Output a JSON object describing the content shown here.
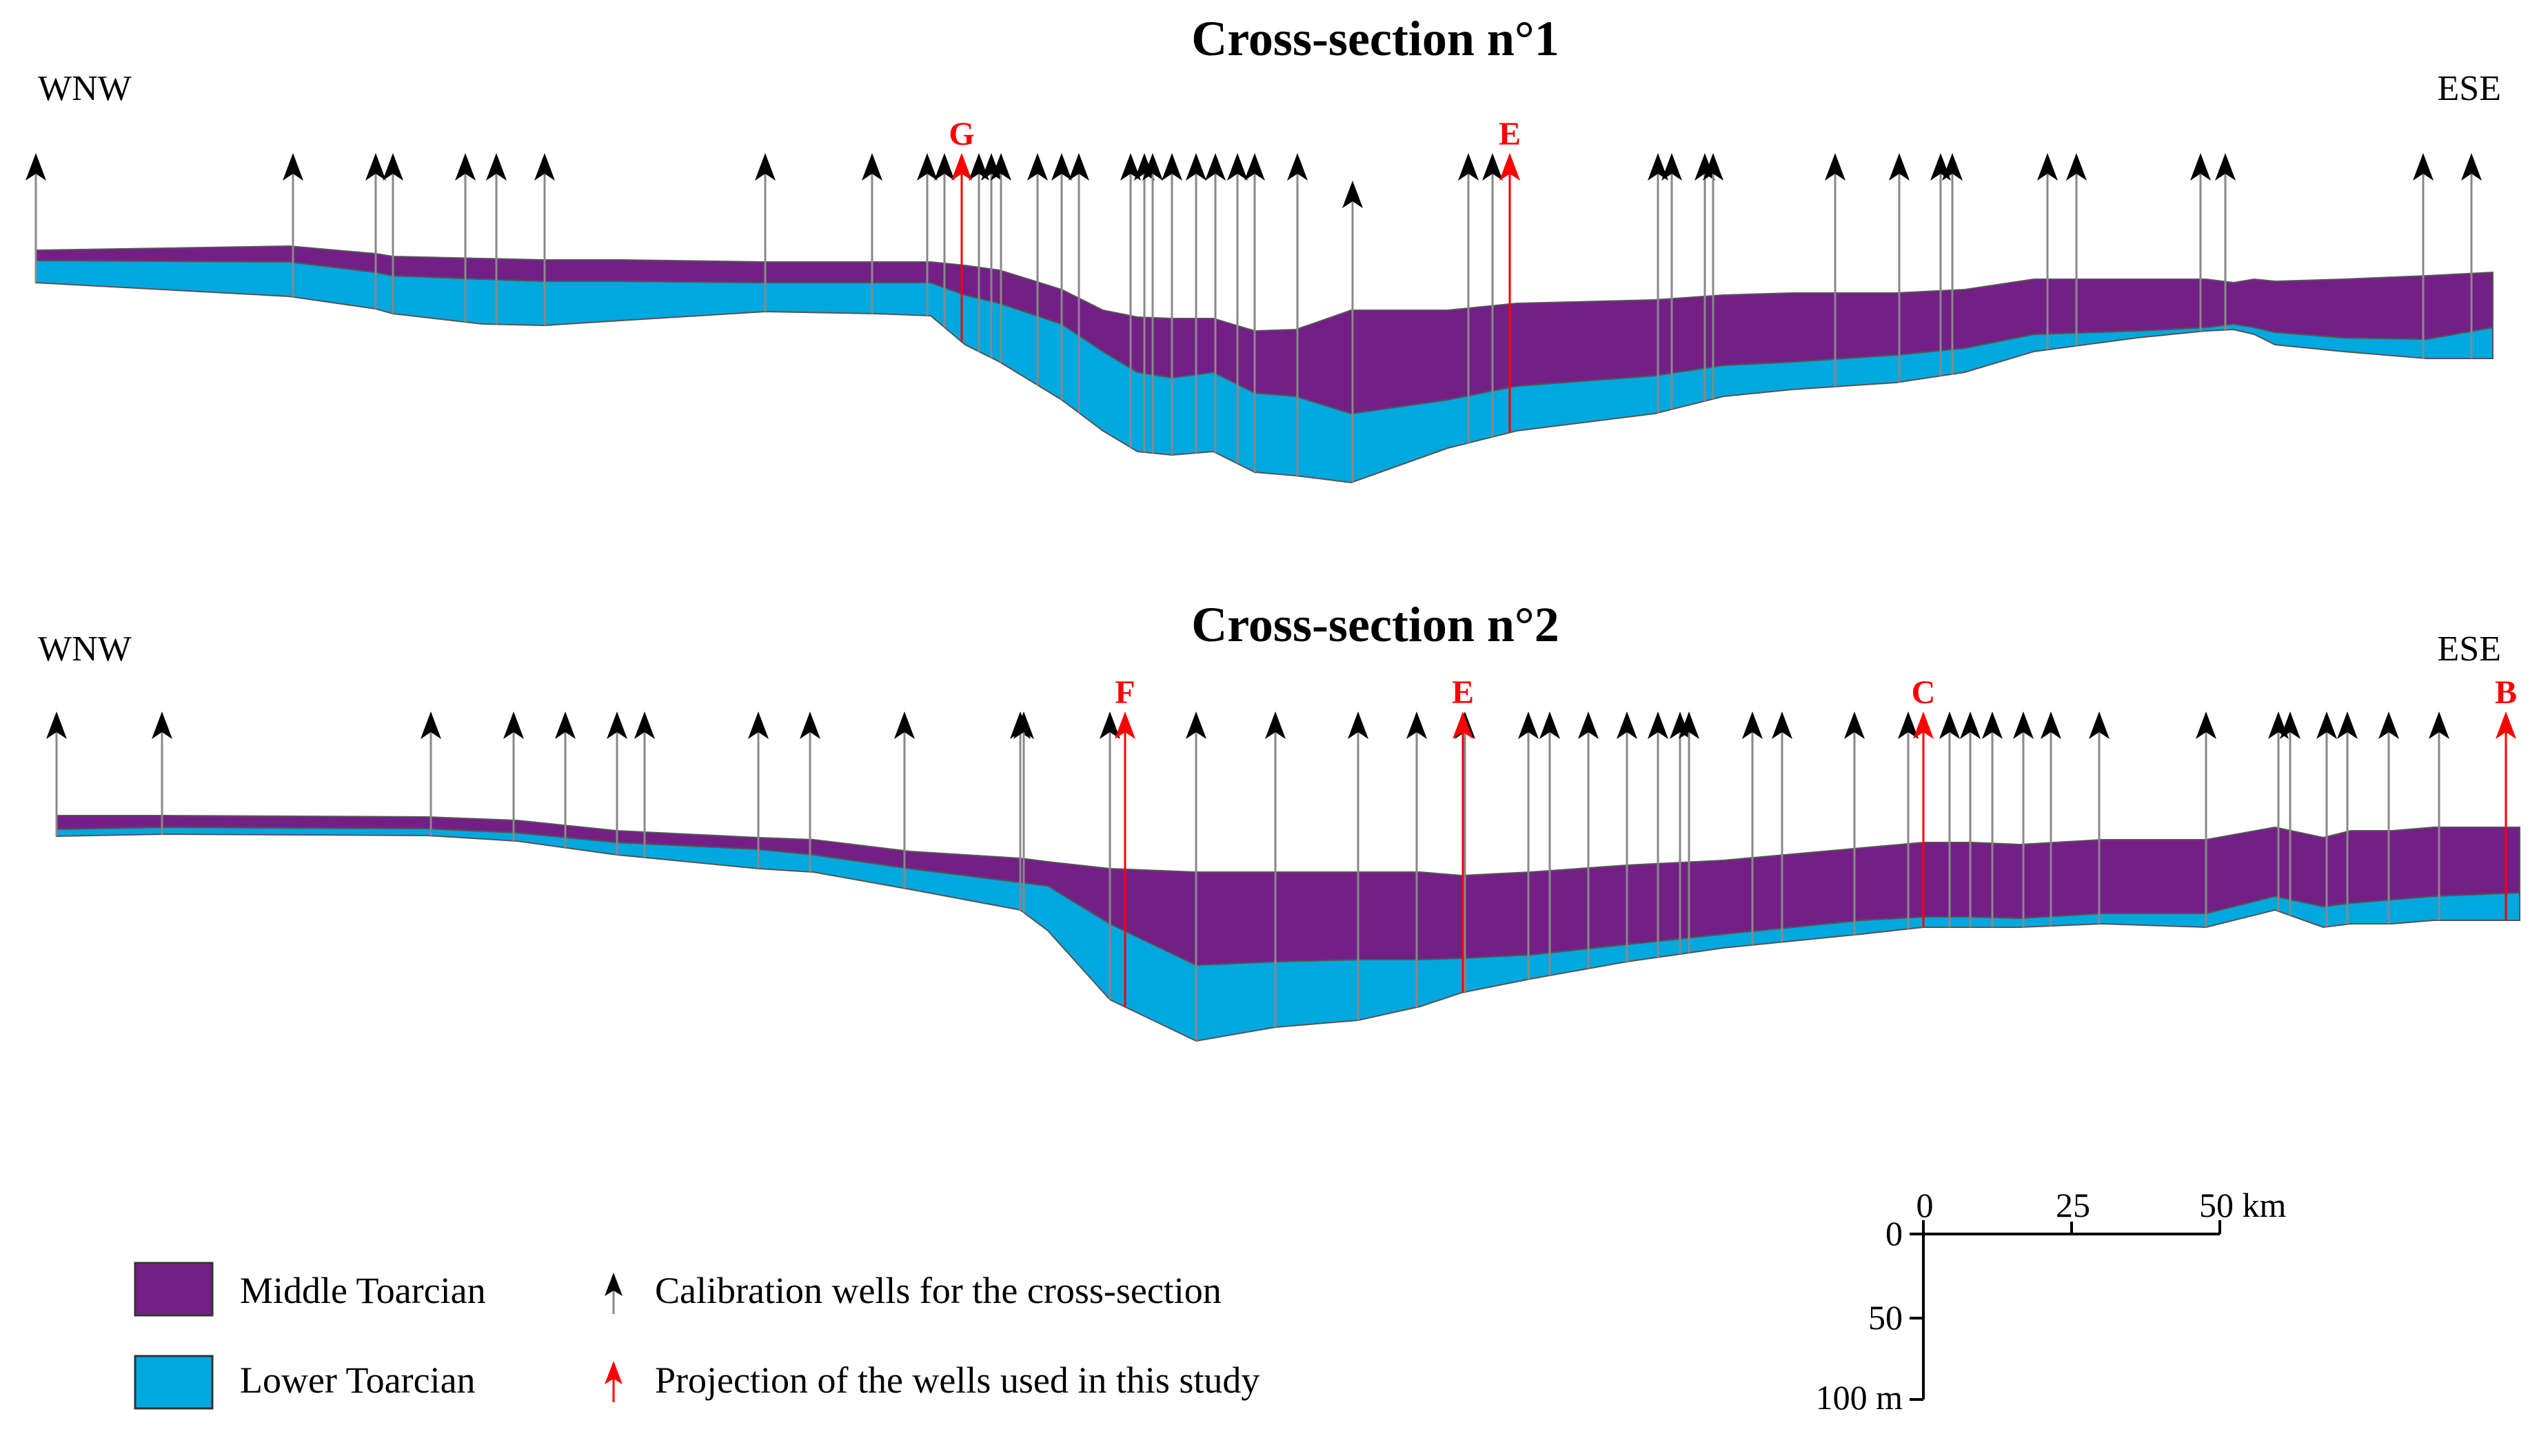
{
  "colors": {
    "middle_toarcian": "#741f86",
    "lower_toarcian": "#00a8e0",
    "calibration_well": "#000000",
    "projection_well": "#ff0000",
    "well_line": "#888888"
  },
  "sections": [
    {
      "title": "Cross-section n°1",
      "left_direction": "WNW",
      "right_direction": "ESE",
      "labeled_wells": [
        {
          "label": "G",
          "color": "projection"
        },
        {
          "label": "E",
          "color": "projection"
        }
      ]
    },
    {
      "title": "Cross-section n°2",
      "left_direction": "WNW",
      "right_direction": "ESE",
      "labeled_wells": [
        {
          "label": "F",
          "color": "projection"
        },
        {
          "label": "E",
          "color": "projection"
        },
        {
          "label": "C",
          "color": "projection"
        },
        {
          "label": "B",
          "color": "projection"
        }
      ]
    }
  ],
  "legend": {
    "middle": "Middle Toarcian",
    "lower": "Lower Toarcian",
    "calibration": "Calibration wells for the cross-section",
    "projection": "Projection of the wells used in this study"
  },
  "scale": {
    "h_zero": "0",
    "h_mid": "25",
    "h_max": "50 km",
    "v_zero": "0",
    "v_mid": "50",
    "v_max": "100 m"
  }
}
